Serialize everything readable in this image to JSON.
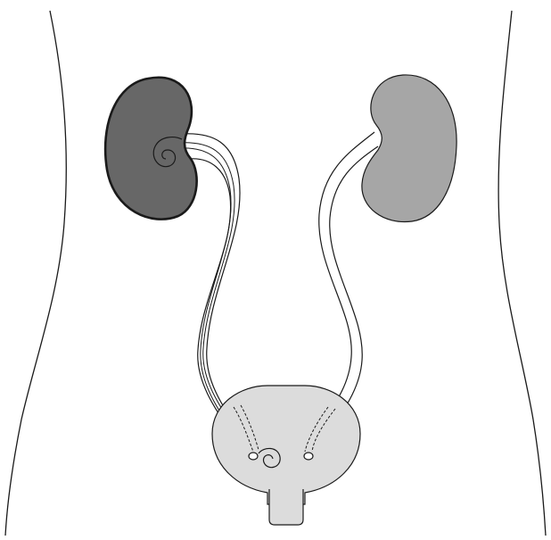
{
  "diagram": {
    "parts": [
      {
        "id": "torso-outline",
        "kind": "body-outline"
      },
      {
        "id": "right-kidney",
        "kind": "kidney",
        "fill": "#676767"
      },
      {
        "id": "left-kidney",
        "kind": "kidney",
        "fill": "#a6a6a6"
      },
      {
        "id": "right-ureter",
        "kind": "ureter",
        "contains": "double-j-stent"
      },
      {
        "id": "left-ureter",
        "kind": "ureter"
      },
      {
        "id": "bladder",
        "kind": "bladder",
        "fill": "#dcdcdc"
      },
      {
        "id": "urethra",
        "kind": "urethra",
        "fill": "#dcdcdc"
      },
      {
        "id": "stent-renal-coil",
        "kind": "pigtail-coil"
      },
      {
        "id": "stent-bladder-coil",
        "kind": "pigtail-coil"
      }
    ],
    "colors": {
      "stroke": "#1a1a1a",
      "kidney_dark": "#676767",
      "kidney_light": "#a6a6a6",
      "bladder": "#dcdcdc",
      "background": "#ffffff"
    }
  }
}
